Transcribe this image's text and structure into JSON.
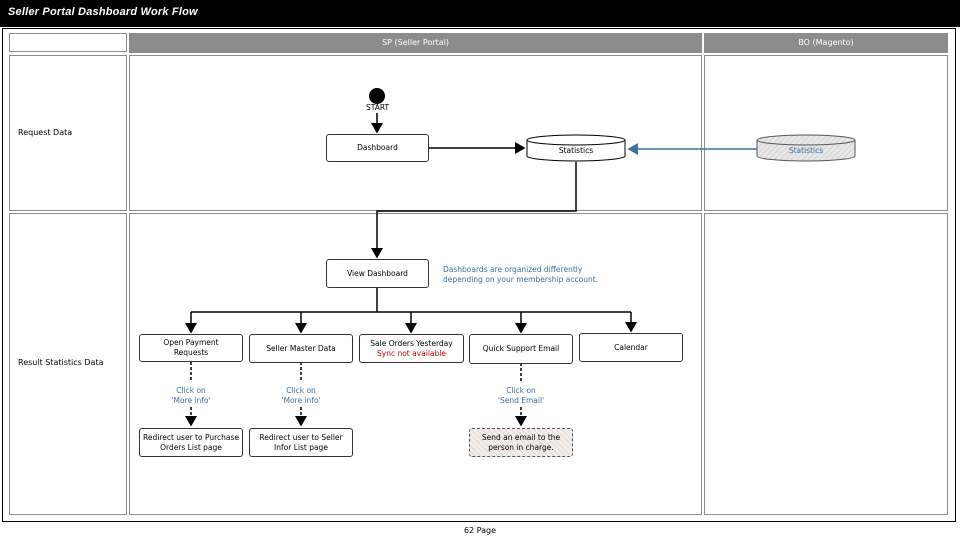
{
  "title": "Seller Portal Dashboard Work Flow",
  "columns": {
    "sp": "SP (Seller Portal)",
    "bo": "BO (Magento)"
  },
  "rows": {
    "request": "Request Data",
    "result": "Result Statistics Data"
  },
  "start_label": "START",
  "nodes": {
    "dashboard": "Dashboard",
    "statistics_sp": "Statistics",
    "statistics_bo": "Statistics",
    "view_dashboard": "View Dashboard",
    "open_payment": [
      "Open Payment",
      "Requests"
    ],
    "seller_master": "Seller Master Data",
    "sale_orders": [
      "Sale Orders Yesterday",
      "Sync not available"
    ],
    "quick_support": "Quick Support Email",
    "calendar": "Calendar",
    "redirect_po": [
      "Redirect user to Purchase",
      "Orders List page"
    ],
    "redirect_seller": [
      "Redirect user to Seller",
      "Infor List page"
    ],
    "send_email": [
      "Send an email to the",
      "person in charge."
    ]
  },
  "note": [
    "Dashboards are organized differently",
    "depending on your membership account."
  ],
  "conditions": {
    "more_info_1": [
      "Click on",
      "'More info'"
    ],
    "more_info_2": [
      "Click on",
      "'More info'"
    ],
    "send_email": [
      "Click on",
      "'Send Email'"
    ]
  },
  "footer": "62 Page",
  "colors": {
    "header_bg": "#8c8c8c",
    "link_arrow": "#3f6f9f",
    "warning_text": "#c00000"
  }
}
